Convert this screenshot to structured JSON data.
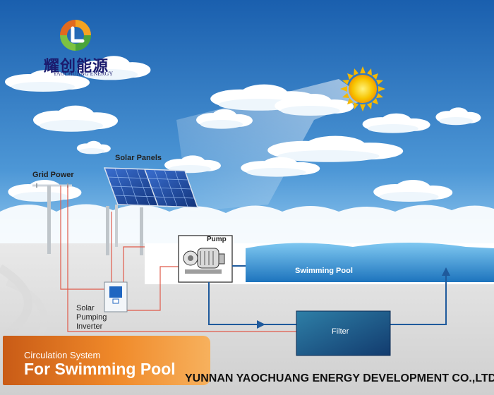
{
  "logo": {
    "text": "耀创能源",
    "subtext": "YAOCHUANG ENERGY"
  },
  "labels": {
    "grid_power": "Grid Power",
    "solar_panels": "Solar Panels",
    "pump": "Pump",
    "swimming_pool": "Swimming Pool",
    "filter": "Filter",
    "inverter_line1": "Solar",
    "inverter_line2": "Pumping",
    "inverter_line3": "Inverter"
  },
  "banner": {
    "title": "Circulation System",
    "main": "For Swimming Pool"
  },
  "company": "YUNNAN YAOCHUANG ENERGY DEVELOPMENT CO.,LTD",
  "colors": {
    "sky_top": "#1a5fae",
    "sky_bottom": "#6eb0e4",
    "wire": "#e05a4a",
    "pipe": "#1f5a9c",
    "sun": "#f5b800",
    "banner": "#e8752a",
    "pool": "#2b8fd0",
    "filter": "#1b4e86"
  },
  "icons": [
    "logo-icon",
    "sun-icon",
    "cloud-icon",
    "solar-panel-icon",
    "grid-pole-icon",
    "pump-icon",
    "inverter-icon",
    "pool-icon",
    "filter-icon",
    "arrow-icon"
  ]
}
